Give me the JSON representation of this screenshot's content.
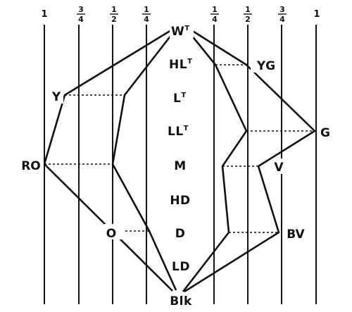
{
  "scale": {
    "left": [
      {
        "whole": "1"
      },
      {
        "num": "3",
        "den": "4"
      },
      {
        "num": "1",
        "den": "2"
      },
      {
        "num": "1",
        "den": "4"
      }
    ],
    "right": [
      {
        "num": "1",
        "den": "4"
      },
      {
        "num": "1",
        "den": "2"
      },
      {
        "num": "3",
        "den": "4"
      },
      {
        "whole": "1"
      }
    ]
  },
  "levels": {
    "top": {
      "base": "W",
      "sup": "T"
    },
    "hlt": {
      "base": "HL",
      "sup": "T"
    },
    "lt": {
      "base": "L",
      "sup": "T"
    },
    "llt": {
      "base": "LL",
      "sup": "T"
    },
    "m": {
      "base": "M"
    },
    "hd": {
      "base": "HD"
    },
    "d": {
      "base": "D"
    },
    "ld": {
      "base": "LD"
    },
    "bottom": {
      "base": "Blk"
    }
  },
  "hues": {
    "y": "Y",
    "ro": "RO",
    "o": "O",
    "yg": "YG",
    "g": "G",
    "v": "V",
    "bv": "BV"
  }
}
